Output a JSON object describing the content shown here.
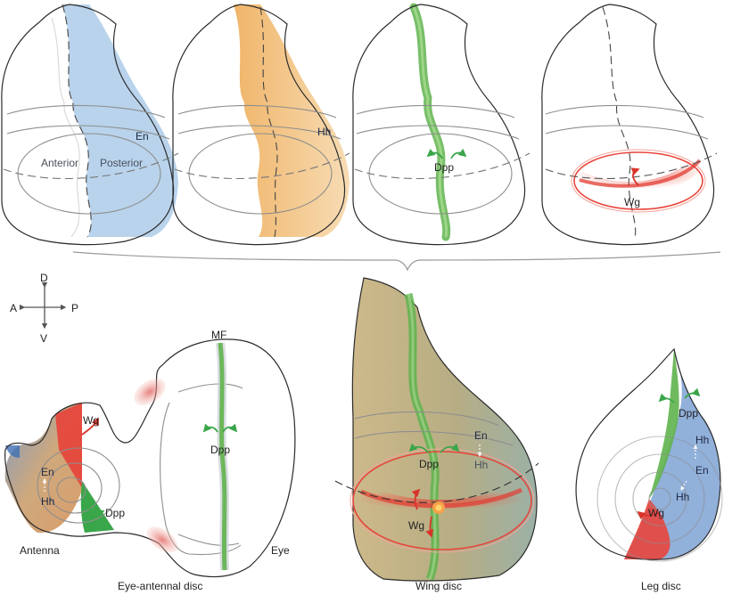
{
  "panels": {
    "en": {
      "label_en": "En",
      "label_anterior": "Anterior",
      "label_posterior": "Posterior"
    },
    "hh": {
      "label": "Hh"
    },
    "dpp": {
      "label": "Dpp"
    },
    "wg": {
      "label": "Wg"
    }
  },
  "compass": {
    "d": "D",
    "v": "V",
    "a": "A",
    "p": "P"
  },
  "eye_antennal": {
    "caption": "Eye-antennal disc",
    "mf": "MF",
    "dpp": "Dpp",
    "wg": "Wg",
    "en": "En",
    "hh": "Hh",
    "dpp2": "Dpp",
    "antenna": "Antenna",
    "eye": "Eye"
  },
  "wing": {
    "caption": "Wing disc",
    "en": "En",
    "hh": "Hh",
    "dpp": "Dpp",
    "wg": "Wg"
  },
  "leg": {
    "caption": "Leg disc",
    "dpp": "Dpp",
    "hh1": "Hh",
    "en": "En",
    "hh2": "Hh",
    "wg": "Wg"
  },
  "colors": {
    "engrailed_blue": "#b9d3ec",
    "hedgehog_orange": "#f2bb74",
    "dpp_green": "#5fb34d",
    "wg_red": "#e8453c",
    "outline": "#2b2b2b"
  }
}
